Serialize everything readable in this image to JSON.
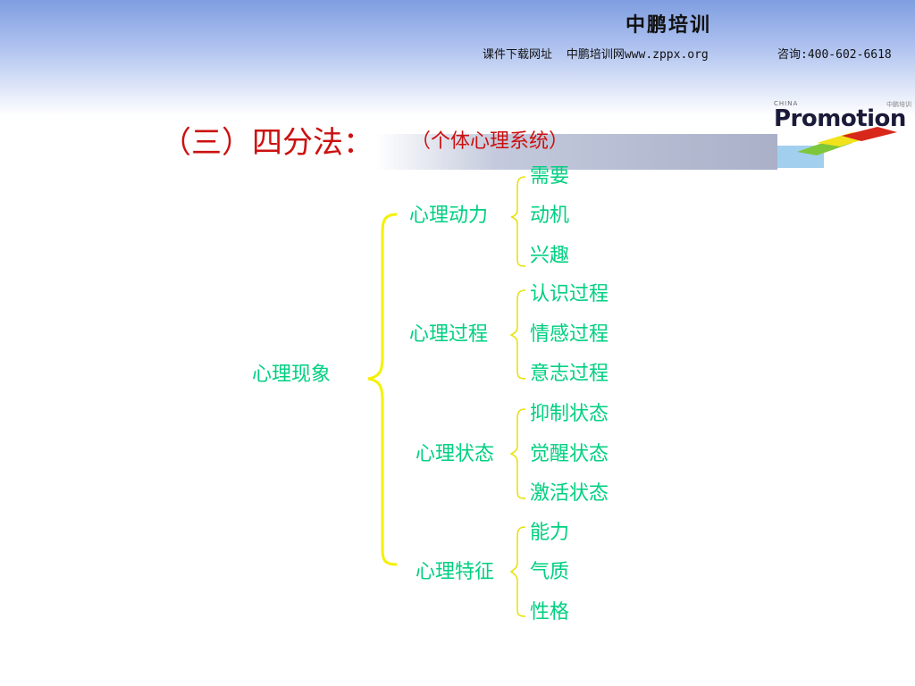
{
  "header": {
    "brand": "中鹏培训",
    "download_label": "课件下载网址",
    "site_label": "中鹏培训网www.zppx.org",
    "consult": "咨询:400-602-6618"
  },
  "logo": {
    "small_left": "CHINA",
    "small_right": "中鹏培训",
    "word": "Promotion"
  },
  "title": {
    "main": "（三）四分法：",
    "sub": "（个体心理系统）"
  },
  "tree": {
    "root": "心理现象",
    "groups": [
      {
        "label": "心理动力",
        "items": [
          "需要",
          "动机",
          "兴趣"
        ]
      },
      {
        "label": "心理过程",
        "items": [
          "认识过程",
          "情感过程",
          "意志过程"
        ]
      },
      {
        "label": "心理状态",
        "items": [
          "抑制状态",
          "觉醒状态",
          "激活状态"
        ]
      },
      {
        "label": "心理特征",
        "items": [
          "能力",
          "气质",
          "性格"
        ]
      }
    ]
  },
  "colors": {
    "title": "#cc1010",
    "node": "#00d080",
    "root_brace": "#f5f000",
    "sub_brace": "#e8e000",
    "logo_green": "#7ec63a",
    "logo_yellow": "#f2e21c",
    "logo_red": "#d8281c",
    "logo_blue": "#58a8e0"
  }
}
